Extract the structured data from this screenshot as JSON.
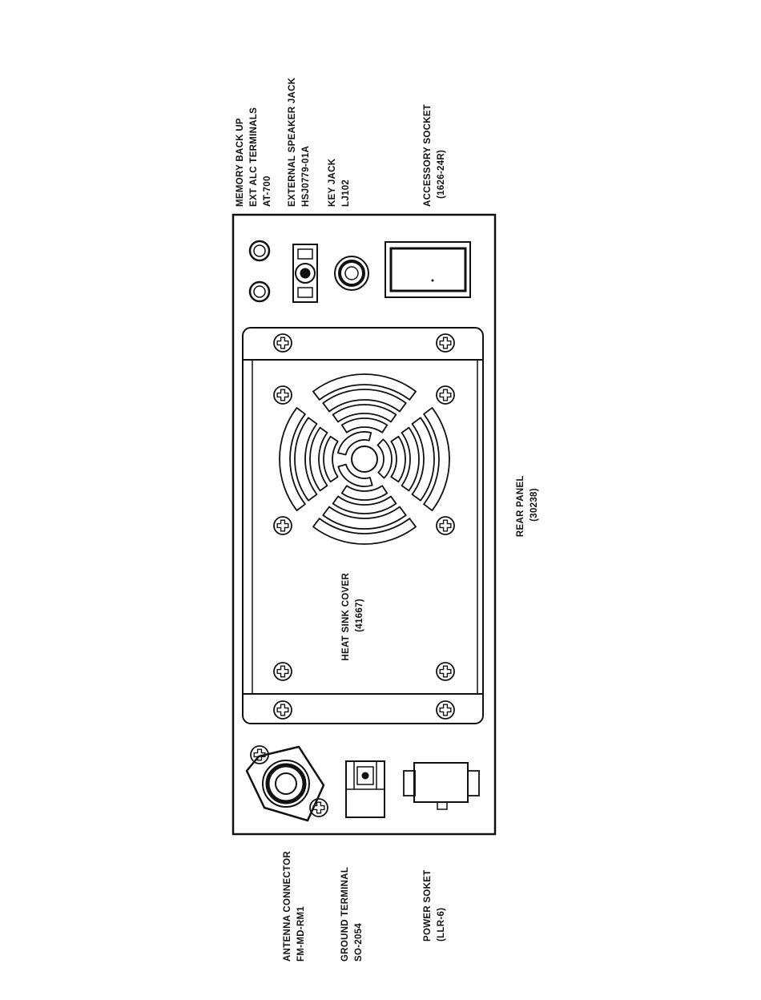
{
  "labels": {
    "memory_backup": {
      "lines": [
        "MEMORY BACK UP",
        "EXT ALC TERMINALS",
        "AT-700"
      ]
    },
    "ext_speaker": {
      "lines": [
        "EXTERNAL SPEAKER JACK",
        "HSJ0779-01A"
      ]
    },
    "key_jack": {
      "lines": [
        "KEY JACK",
        "LJ102"
      ]
    },
    "accessory_socket": {
      "lines": [
        "ACCESSORY SOCKET",
        "(1626-24R)"
      ]
    },
    "rear_panel": {
      "lines": [
        "REAR PANEL",
        "(30238)"
      ]
    },
    "heat_sink": {
      "lines": [
        "HEAT SINK COVER",
        "(41667)"
      ]
    },
    "antenna": {
      "lines": [
        "ANTENNA CONNECTOR",
        "FM-MD-RM1"
      ]
    },
    "ground": {
      "lines": [
        "GROUND TERMINAL",
        "SO-2054"
      ]
    },
    "power": {
      "lines": [
        "POWER SOKET",
        "(LLR-6)"
      ]
    }
  }
}
